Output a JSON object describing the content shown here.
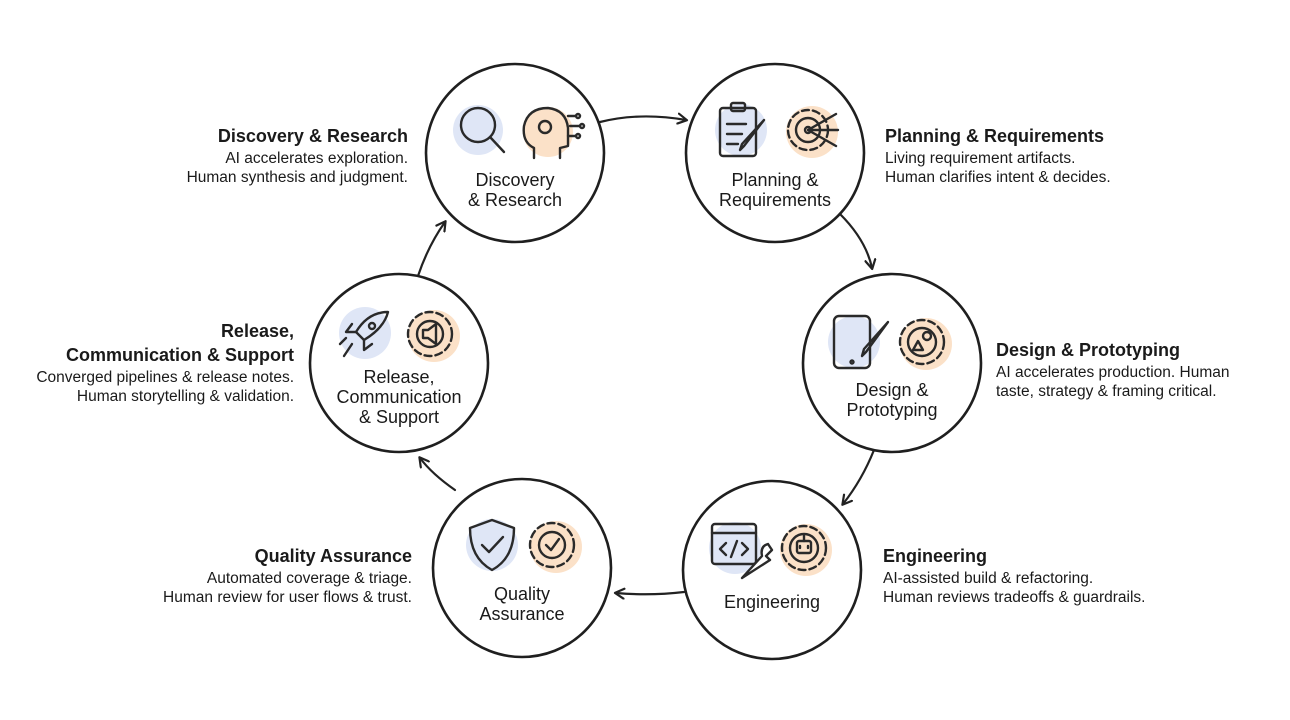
{
  "nodes": [
    {
      "id": "discovery",
      "label_line1": "Discovery",
      "label_line2": "& Research",
      "icons": [
        "magnifier-icon",
        "head-gear-icon"
      ]
    },
    {
      "id": "planning",
      "label_line1": "Planning &",
      "label_line2": "Requirements",
      "icons": [
        "clipboard-pencil-icon",
        "gear-target-icon"
      ]
    },
    {
      "id": "design",
      "label_line1": "Design &",
      "label_line2": "Prototyping",
      "icons": [
        "tablet-pencil-icon",
        "gear-shapes-icon"
      ]
    },
    {
      "id": "engineering",
      "label_line1": "Engineering",
      "label_line2": "",
      "icons": [
        "code-window-wrench-icon",
        "gear-robot-icon"
      ]
    },
    {
      "id": "qa",
      "label_line1": "Quality",
      "label_line2": "Assurance",
      "icons": [
        "shield-check-icon",
        "gear-check-icon"
      ]
    },
    {
      "id": "release",
      "label_line1": "Release,",
      "label_line2": "Communication",
      "label_line3": "& Support",
      "icons": [
        "rocket-icon",
        "gear-megaphone-icon"
      ]
    }
  ],
  "annotations": {
    "discovery": {
      "title": "Discovery & Research",
      "line1": "AI accelerates exploration.",
      "line2": "Human synthesis and judgment."
    },
    "planning": {
      "title": "Planning & Requirements",
      "line1": "Living requirement artifacts.",
      "line2": "Human clarifies intent & decides."
    },
    "design": {
      "title": "Design & Prototyping",
      "line1": "AI accelerates production. Human",
      "line2": "taste, strategy & framing critical."
    },
    "engineering": {
      "title": "Engineering",
      "line1": "AI-assisted build & refactoring.",
      "line2": "Human reviews tradeoffs & guardrails."
    },
    "qa": {
      "title": "Quality Assurance",
      "line1": "Automated coverage & triage.",
      "line2": "Human review for user flows & trust."
    },
    "release": {
      "title_line1": "Release,",
      "title_line2": "Communication & Support",
      "line1": "Converged pipelines & release notes.",
      "line2": "Human storytelling & validation."
    }
  },
  "colors": {
    "blue_accent": "#dfe6f6",
    "orange_accent": "#fbe1c8",
    "stroke": "#1f1f1f"
  }
}
